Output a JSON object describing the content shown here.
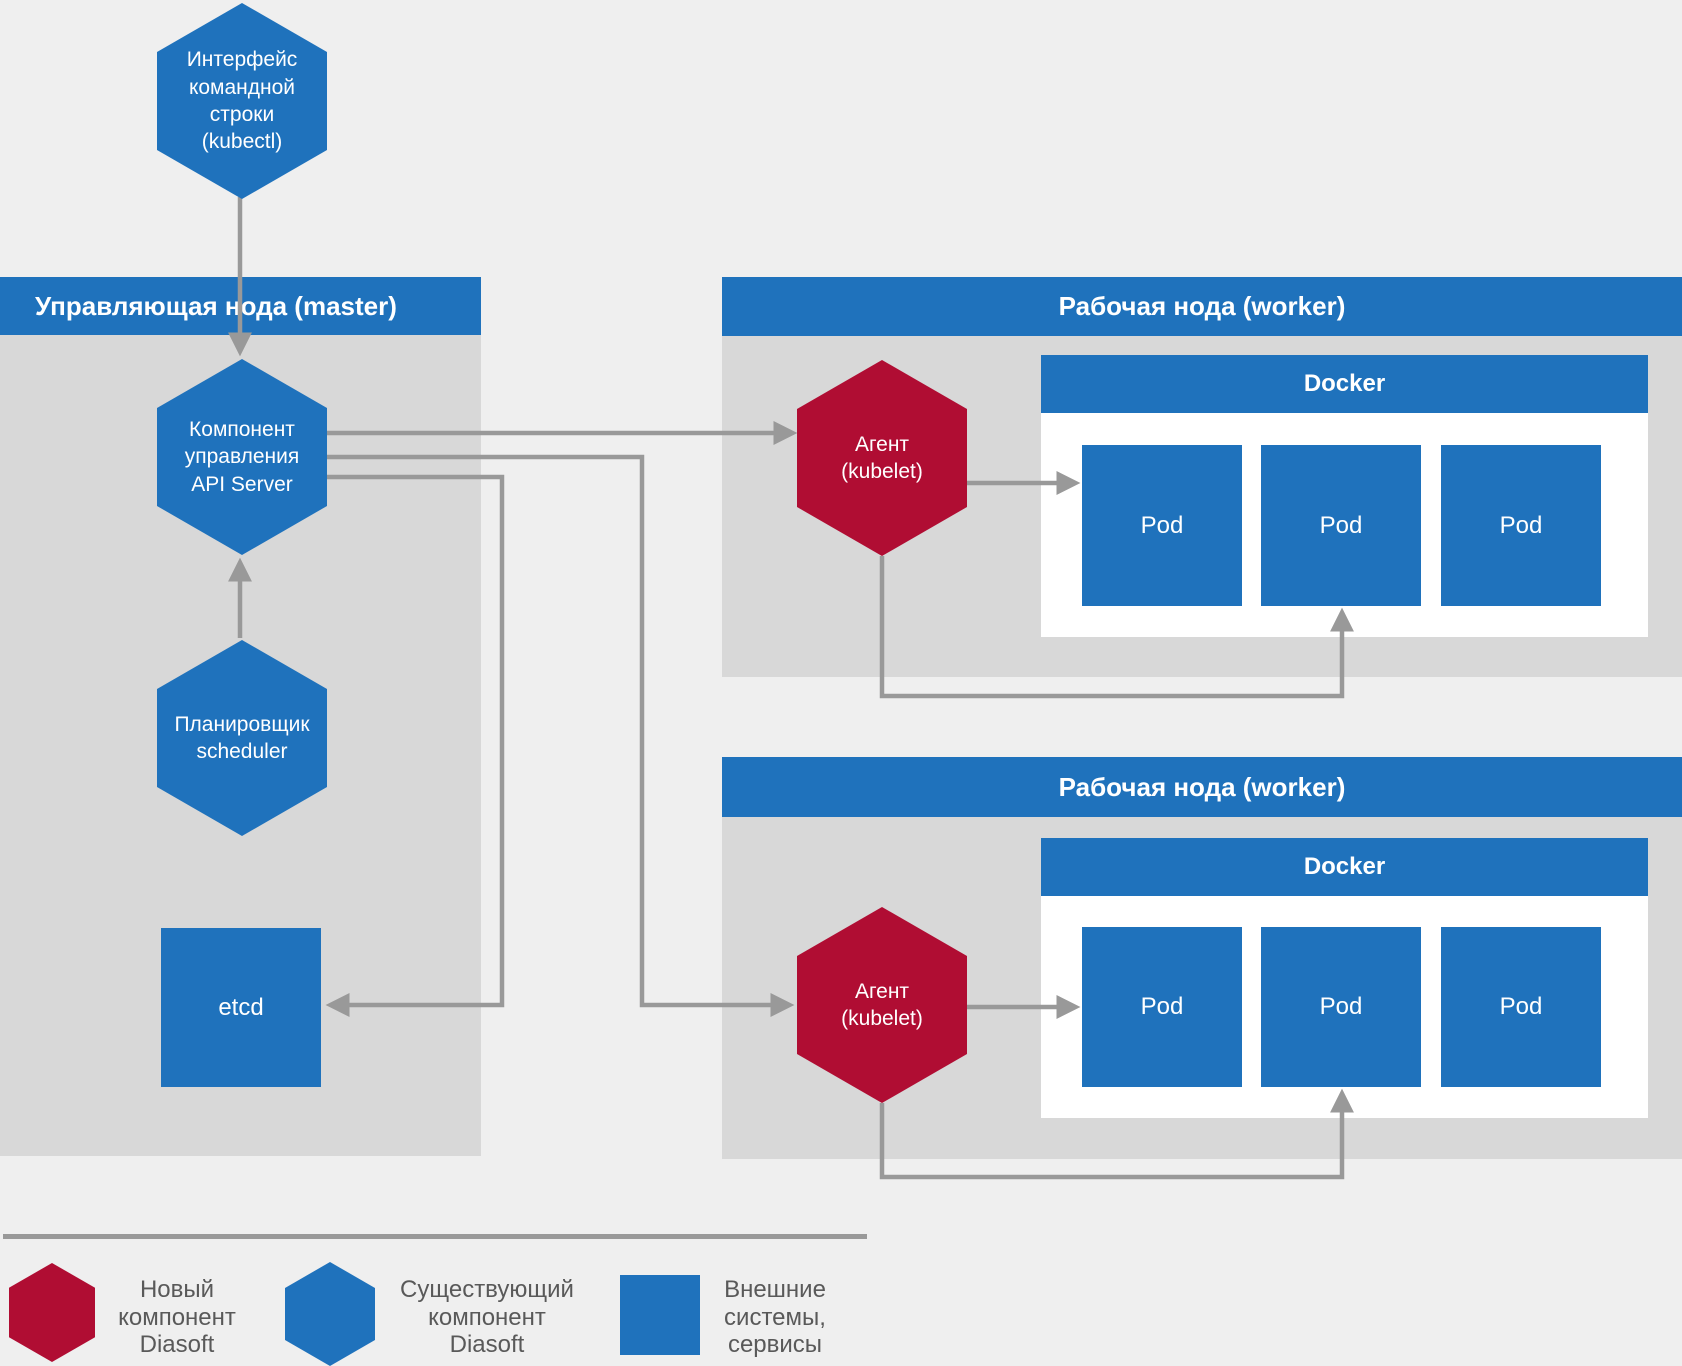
{
  "palette": {
    "blue": "#1f72bc",
    "red": "#b00d33",
    "box_gray": "#d8d8d8",
    "background": "#efefef",
    "arrow_gray": "#999999",
    "legend_text": "#595959",
    "white": "#ffffff"
  },
  "kubectl": {
    "label": "Интерфейс\nкомандной\nстроки\n(kubectl)"
  },
  "master": {
    "title": "Управляющая нода (master)",
    "api_server": {
      "label": "Компонент\nуправления\nAPI Server"
    },
    "scheduler": {
      "label": "Планировщик\nscheduler"
    },
    "etcd": {
      "label": "etcd"
    }
  },
  "workers": [
    {
      "title": "Рабочая нода (worker)",
      "agent": {
        "label": "Агент\n(kubelet)"
      },
      "docker_title": "Docker",
      "pods": [
        "Pod",
        "Pod",
        "Pod"
      ]
    },
    {
      "title": "Рабочая нода (worker)",
      "agent": {
        "label": "Агент\n(kubelet)"
      },
      "docker_title": "Docker",
      "pods": [
        "Pod",
        "Pod",
        "Pod"
      ]
    }
  ],
  "legend": {
    "items": [
      {
        "shape": "hexagon",
        "color": "#b00d33",
        "label": "Новый\nкомпонент\nDiasoft"
      },
      {
        "shape": "hexagon",
        "color": "#1f72bc",
        "label": "Существующий\nкомпонент\nDiasoft"
      },
      {
        "shape": "square",
        "color": "#1f72bc",
        "label": "Внешние\nсистемы,\nсервисы"
      }
    ]
  }
}
